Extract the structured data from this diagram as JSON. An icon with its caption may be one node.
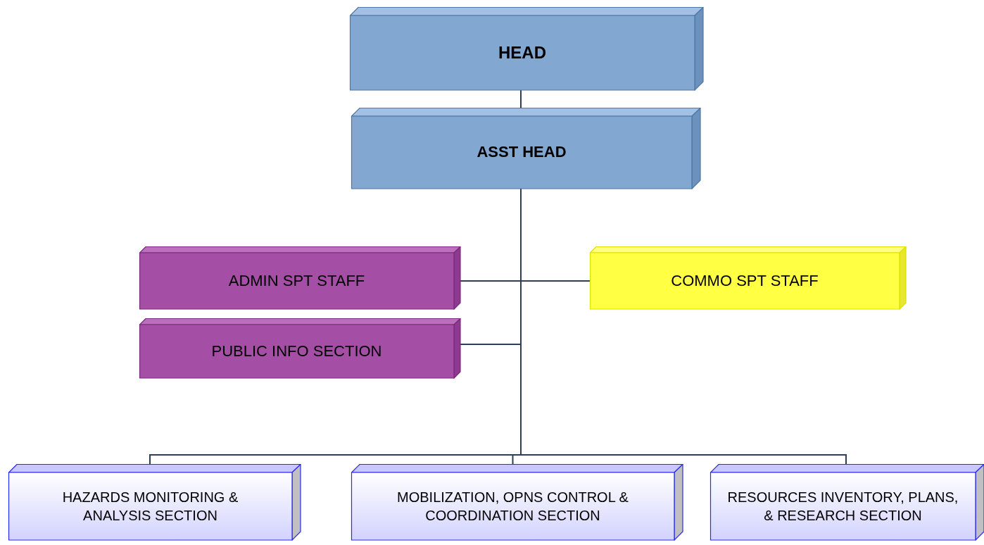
{
  "diagram": {
    "nodes": [
      {
        "text": [
          "HEAD"
        ]
      },
      {
        "text": [
          "ASST HEAD"
        ]
      },
      {
        "text": [
          "ADMIN SPT STAFF"
        ]
      },
      {
        "text": [
          "COMMO SPT STAFF"
        ]
      },
      {
        "text": [
          "PUBLIC INFO SECTION"
        ]
      },
      {
        "text": [
          "HAZARDS MONITORING & ANALYSIS SECTION"
        ]
      },
      {
        "text": [
          "MOBILIZATION, OPNS CONTROL & COORDINATION SECTION"
        ]
      },
      {
        "text": [
          "RESOURCES INVENTORY, PLANS, & RESEARCH SECTION"
        ]
      }
    ],
    "edges": [
      {
        "from": 0,
        "to": 1,
        "arrow": "none"
      },
      {
        "from": 1,
        "to": 2,
        "arrow": "none"
      },
      {
        "from": 1,
        "to": 3,
        "arrow": "none"
      },
      {
        "from": 1,
        "to": 4,
        "arrow": "none"
      },
      {
        "from": 1,
        "to": 5,
        "arrow": "none"
      },
      {
        "from": 1,
        "to": 6,
        "arrow": "none"
      },
      {
        "from": 1,
        "to": 7,
        "arrow": "none"
      }
    ]
  }
}
